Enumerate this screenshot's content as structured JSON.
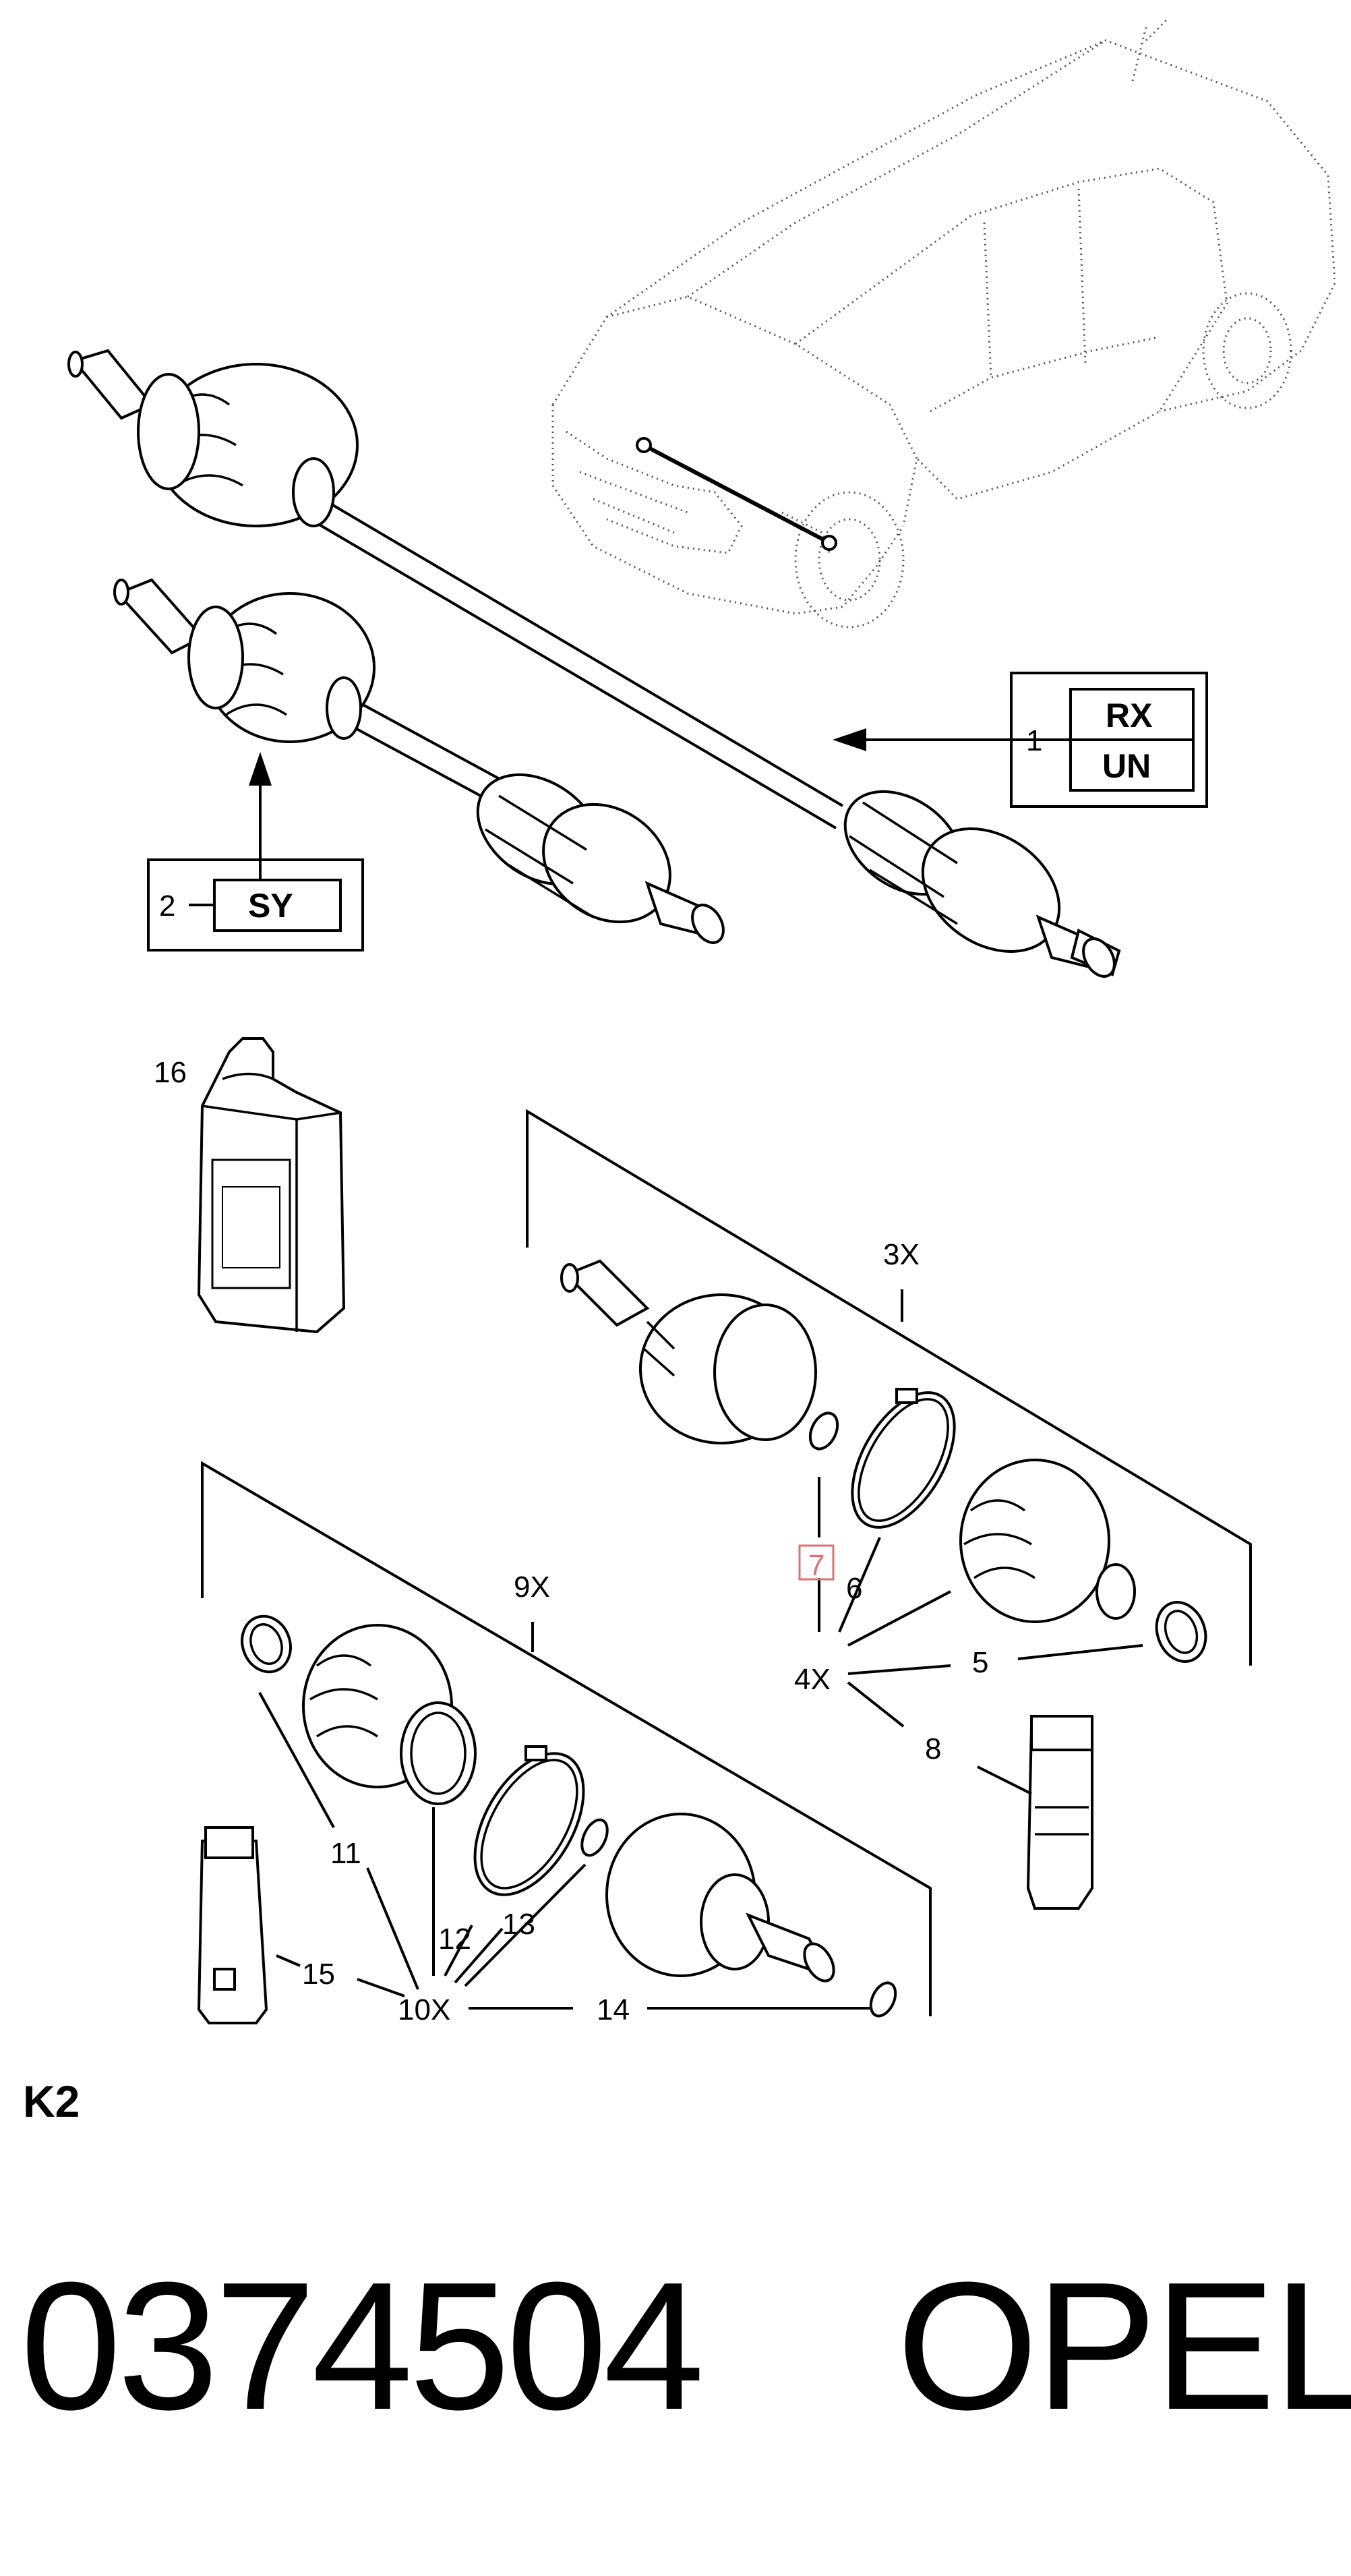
{
  "diagram": {
    "assembly_codes": {
      "item1": {
        "callout": "1",
        "codes": [
          "RX",
          "UN"
        ]
      },
      "item2": {
        "callout": "2",
        "codes": [
          "SY"
        ]
      }
    },
    "callouts": {
      "c3": "3X",
      "c4": "4X",
      "c5": "5",
      "c6": "6",
      "c7": "7",
      "c8": "8",
      "c9": "9X",
      "c10": "10X",
      "c11": "11",
      "c12": "12",
      "c13": "13",
      "c14": "14",
      "c15": "15",
      "c16": "16"
    },
    "highlight_color": "#e07070"
  },
  "footer": {
    "section_code": "K2",
    "part_number": "0374504",
    "brand": "OPEL"
  }
}
